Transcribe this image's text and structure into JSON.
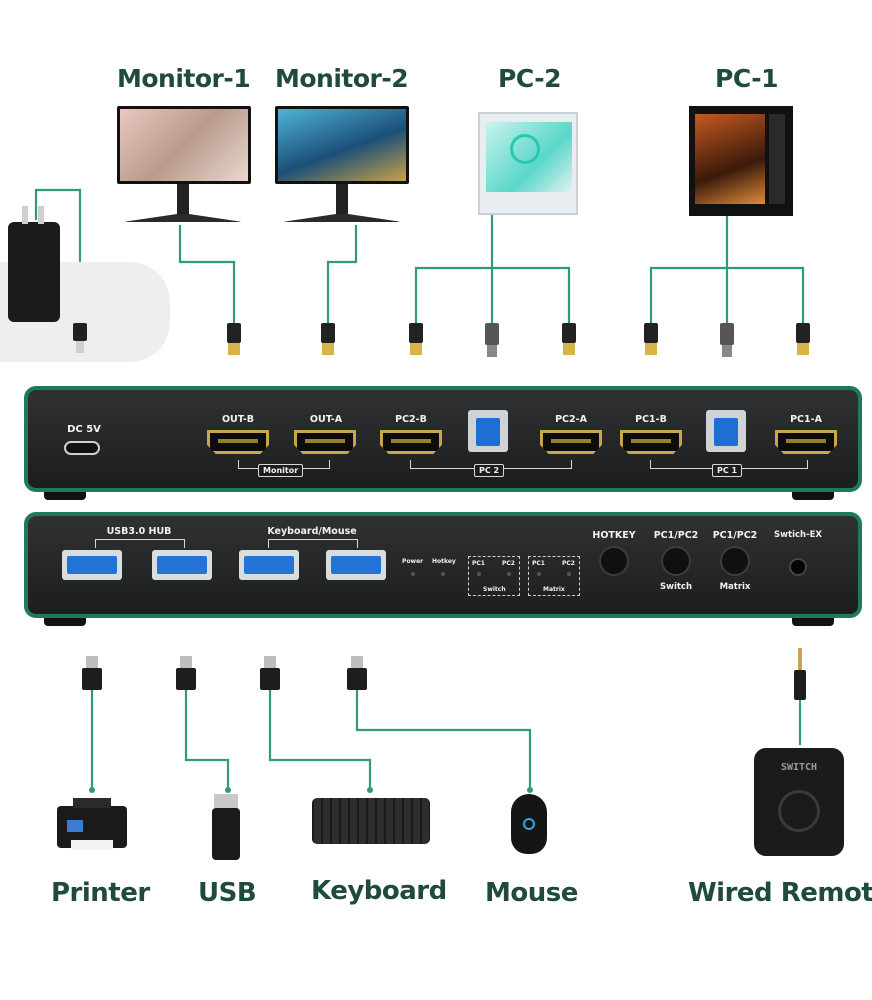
{
  "titles": {
    "monitor1": "Monitor-1",
    "monitor2": "Monitor-2",
    "pc2": "PC-2",
    "pc1": "PC-1"
  },
  "rear_panel": {
    "dc": "DC 5V",
    "out_b": "OUT-B",
    "out_a": "OUT-A",
    "pc2_b": "PC2-B",
    "pc2_a": "PC2-A",
    "pc1_b": "PC1-B",
    "pc1_a": "PC1-A",
    "monitor_group": "Monitor",
    "pc2_group": "PC 2",
    "pc1_group": "PC 1"
  },
  "front_panel": {
    "usb_hub": "USB3.0 HUB",
    "keyboard_mouse": "Keyboard/Mouse",
    "power": "Power",
    "hotkey_led": "Hotkey",
    "pc1": "PC1",
    "pc2": "PC2",
    "switch_small": "Switch",
    "matrix_small": "Matrix",
    "hotkey": "HOTKEY",
    "pc1pc2_a": "PC1/PC2",
    "pc1pc2_b": "PC1/PC2",
    "switch": "Switch",
    "matrix": "Matrix",
    "switch_ex": "Swtich-EX"
  },
  "devices": {
    "printer": "Printer",
    "usb": "USB",
    "keyboard": "Keyboard",
    "mouse": "Mouse",
    "remote": "Wired Remote",
    "remote_label": "SWITCH"
  },
  "colors": {
    "wire": "#2f9c76",
    "accent": "#1f7a5a",
    "title": "#1f4a3d"
  }
}
